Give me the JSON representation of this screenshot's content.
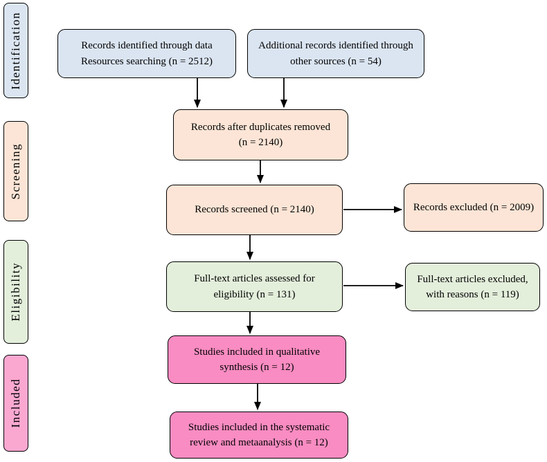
{
  "diagram_type": "prisma-flow-diagram",
  "colors": {
    "identification_blue": "#dbe5f2",
    "screening_peach": "#fce5d6",
    "eligibility_green": "#e3eedb",
    "included_pink": "#f98cc2",
    "included_pink_light": "#fba8d1",
    "line_black": "#000000"
  },
  "phases": {
    "identification": {
      "label": "Identification"
    },
    "screening": {
      "label": "Screening"
    },
    "eligibility": {
      "label": "Eligibility"
    },
    "included": {
      "label": "Included"
    }
  },
  "flow": {
    "records_identified": {
      "text": "Records identified through data\nResources searching (n = 2512)",
      "n": 2512
    },
    "additional_records": {
      "text": "Additional records identified through\nother sources (n = 54)",
      "n": 54
    },
    "after_duplicates": {
      "text": "Records after duplicates removed\n(n = 2140)",
      "n": 2140
    },
    "records_screened": {
      "text": "Records screened (n = 2140)",
      "n": 2140
    },
    "records_excluded": {
      "text": "Records excluded (n = 2009)",
      "n": 2009
    },
    "fulltext_assessed": {
      "text": "Full-text articles assessed for\neligibility (n = 131)",
      "n": 131
    },
    "fulltext_excluded": {
      "text": "Full-text articles excluded,\nwith reasons (n = 119)",
      "n": 119
    },
    "qualitative_synthesis": {
      "text": "Studies included in qualitative\nsynthesis (n = 12)",
      "n": 12
    },
    "systematic_review": {
      "text": "Studies included in the systematic\nreview and metaanalysis (n = 12)",
      "n": 12
    }
  }
}
